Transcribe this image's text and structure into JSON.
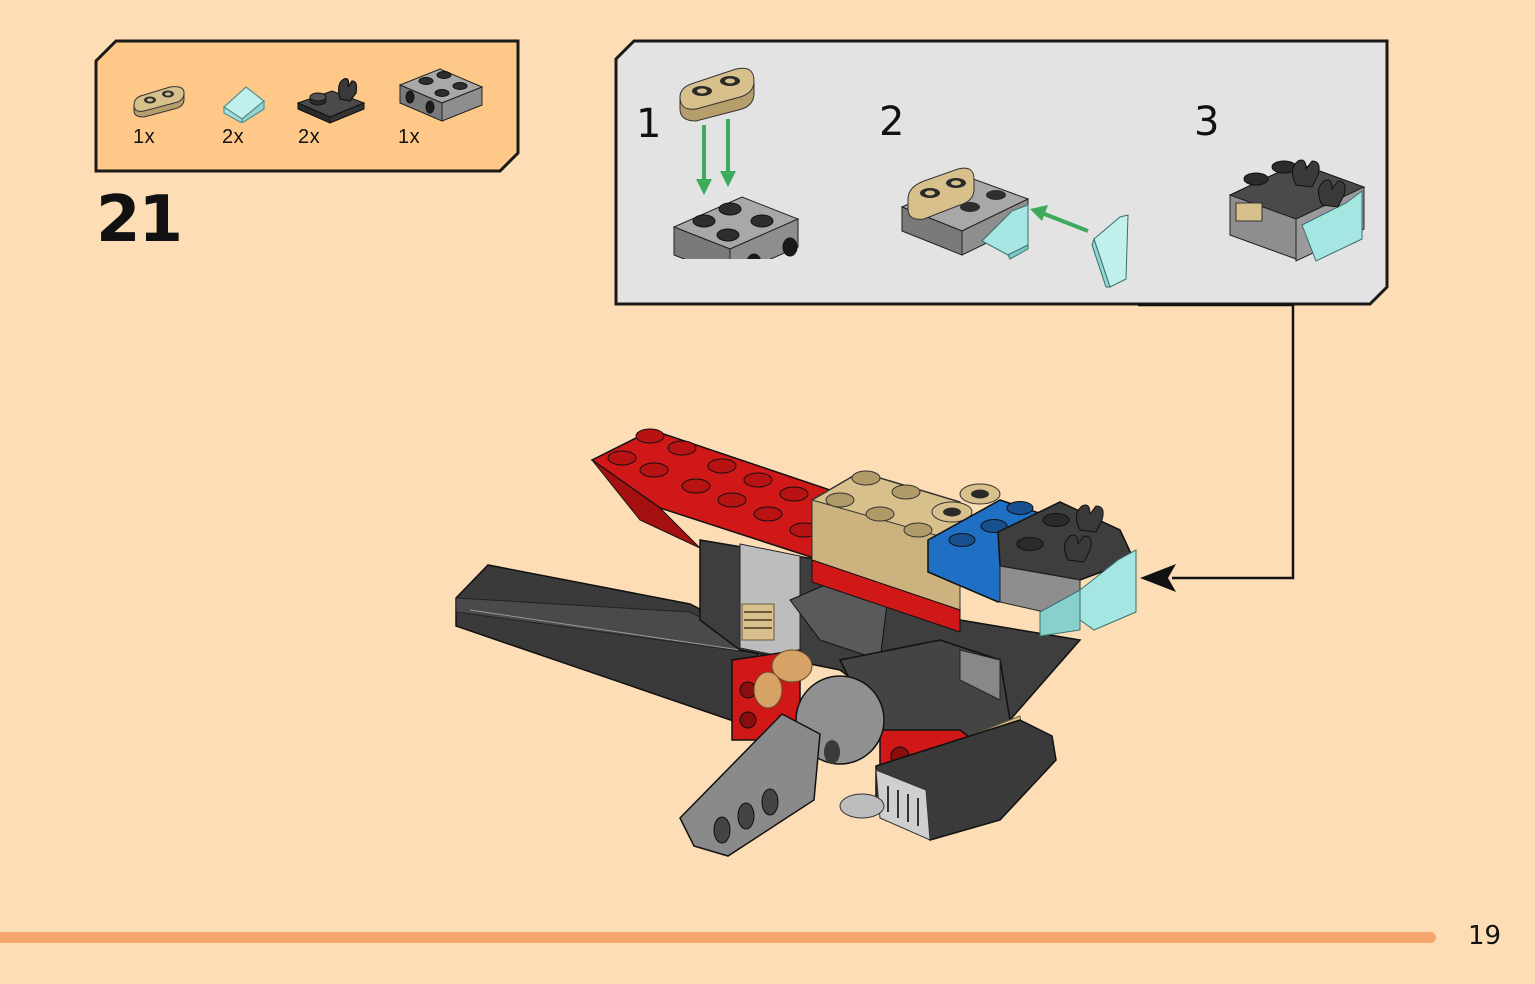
{
  "parts_list": [
    {
      "count": "1x",
      "icon": "tan-plate-1x2-rounded-icon"
    },
    {
      "count": "2x",
      "icon": "trans-light-blue-slope-icon"
    },
    {
      "count": "2x",
      "icon": "black-plate-clip-icon"
    },
    {
      "count": "1x",
      "icon": "gray-brick-2x2-studs-sides-icon"
    }
  ],
  "step": {
    "number": "21"
  },
  "subassembly": {
    "steps": [
      {
        "number": "1"
      },
      {
        "number": "2"
      },
      {
        "number": "3"
      }
    ]
  },
  "page": {
    "number": "19"
  },
  "colors": {
    "background": "#FDDDB5",
    "callout": "#FDC888",
    "subassembly_bg": "#E3E3E3",
    "arrow_green": "#3DAA5C",
    "footer_bar": "#F5A66A",
    "red": "#D11818",
    "tan": "#D8C08C",
    "blue": "#1F6FC4",
    "dark_gray": "#3E3E3E",
    "light_gray": "#9A9A9A",
    "trans_light_blue": "#9FE3E0"
  }
}
